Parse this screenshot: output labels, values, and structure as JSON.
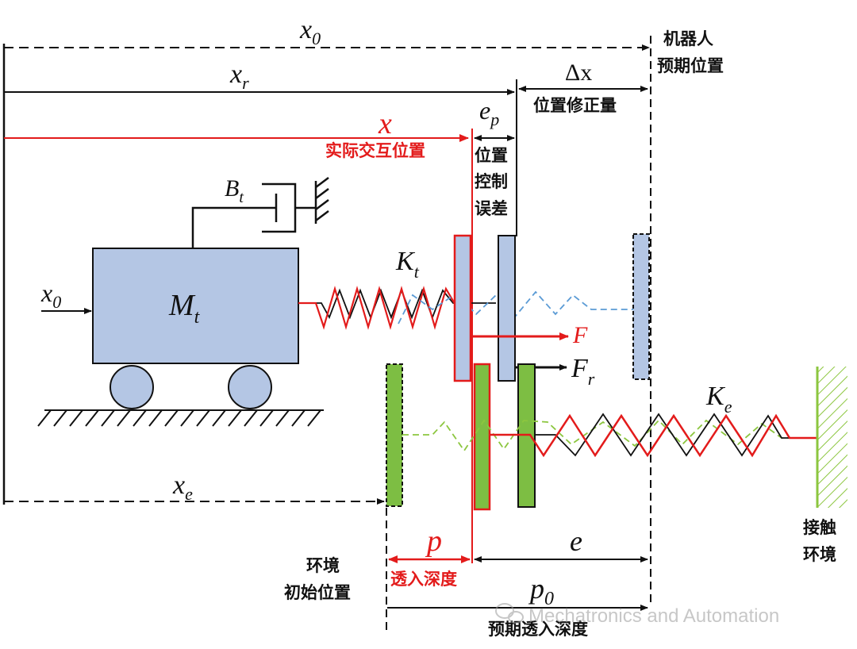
{
  "labels": {
    "x0_top": {
      "v": "x",
      "sub": "0"
    },
    "xr": {
      "v": "x",
      "sub": "r"
    },
    "dx": "Δx",
    "dx_desc": "位置修正量",
    "robot_expected_1": "机器人",
    "robot_expected_2": "预期位置",
    "x_actual": "x",
    "x_actual_desc": "实际交互位置",
    "ep": {
      "v": "e",
      "sub": "p"
    },
    "pos_err_1": "位置",
    "pos_err_2": "控制",
    "pos_err_3": "误差",
    "Bt": {
      "v": "B",
      "sub": "t"
    },
    "Kt": {
      "v": "K",
      "sub": "t"
    },
    "Mt": {
      "v": "M",
      "sub": "t"
    },
    "x0_in": {
      "v": "x",
      "sub": "0"
    },
    "F": "F",
    "Fr": {
      "v": "F",
      "sub": "r"
    },
    "Ke": {
      "v": "K",
      "sub": "e"
    },
    "xe": {
      "v": "x",
      "sub": "e"
    },
    "p": "p",
    "p_desc": "透入深度",
    "e": "e",
    "p0": {
      "v": "p",
      "sub": "0"
    },
    "p0_desc": "预期透入深度",
    "env_init_1": "环境",
    "env_init_2": "初始位置",
    "contact_env_1": "接触",
    "contact_env_2": "环境",
    "watermark": "Mechatronics and Automation"
  },
  "colors": {
    "black": "#111111",
    "red": "#e31b1b",
    "blue_fill": "#b4c6e4",
    "blue_dash": "#5b9bd5",
    "green_fill": "#7dbe43",
    "green_dash": "#8cc63f"
  }
}
